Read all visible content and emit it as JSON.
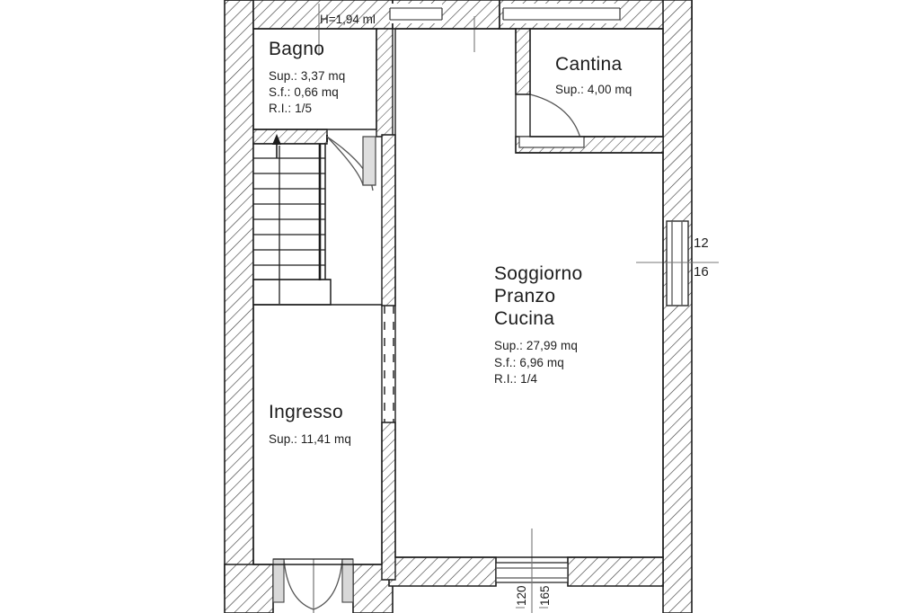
{
  "document": {
    "type": "floor-plan",
    "language": "it",
    "background_color": "#ffffff",
    "ink_color": "#1d1d1d"
  },
  "rooms": [
    {
      "id": "bagno",
      "name": "Bagno",
      "metrics": [
        "Sup.: 3,37 mq",
        "S.f.: 0,66 mq",
        "R.I.: 1/5"
      ]
    },
    {
      "id": "cantina",
      "name": "Cantina",
      "metrics": [
        "Sup.: 4,00 mq"
      ]
    },
    {
      "id": "soggiorno",
      "name_lines": [
        "Soggiorno",
        "Pranzo",
        "Cucina"
      ],
      "metrics": [
        "Sup.: 27,99 mq",
        "S.f.: 6,96 mq",
        "R.I.: 1/4"
      ]
    },
    {
      "id": "ingresso",
      "name": "Ingresso",
      "metrics": [
        "Sup.: 11,41 mq"
      ]
    }
  ],
  "annotations": {
    "height_note": "H=1,94 ml",
    "bottom_window_width": "120",
    "bottom_window_height": "165",
    "right_window_width": "12",
    "right_window_height": "16"
  }
}
